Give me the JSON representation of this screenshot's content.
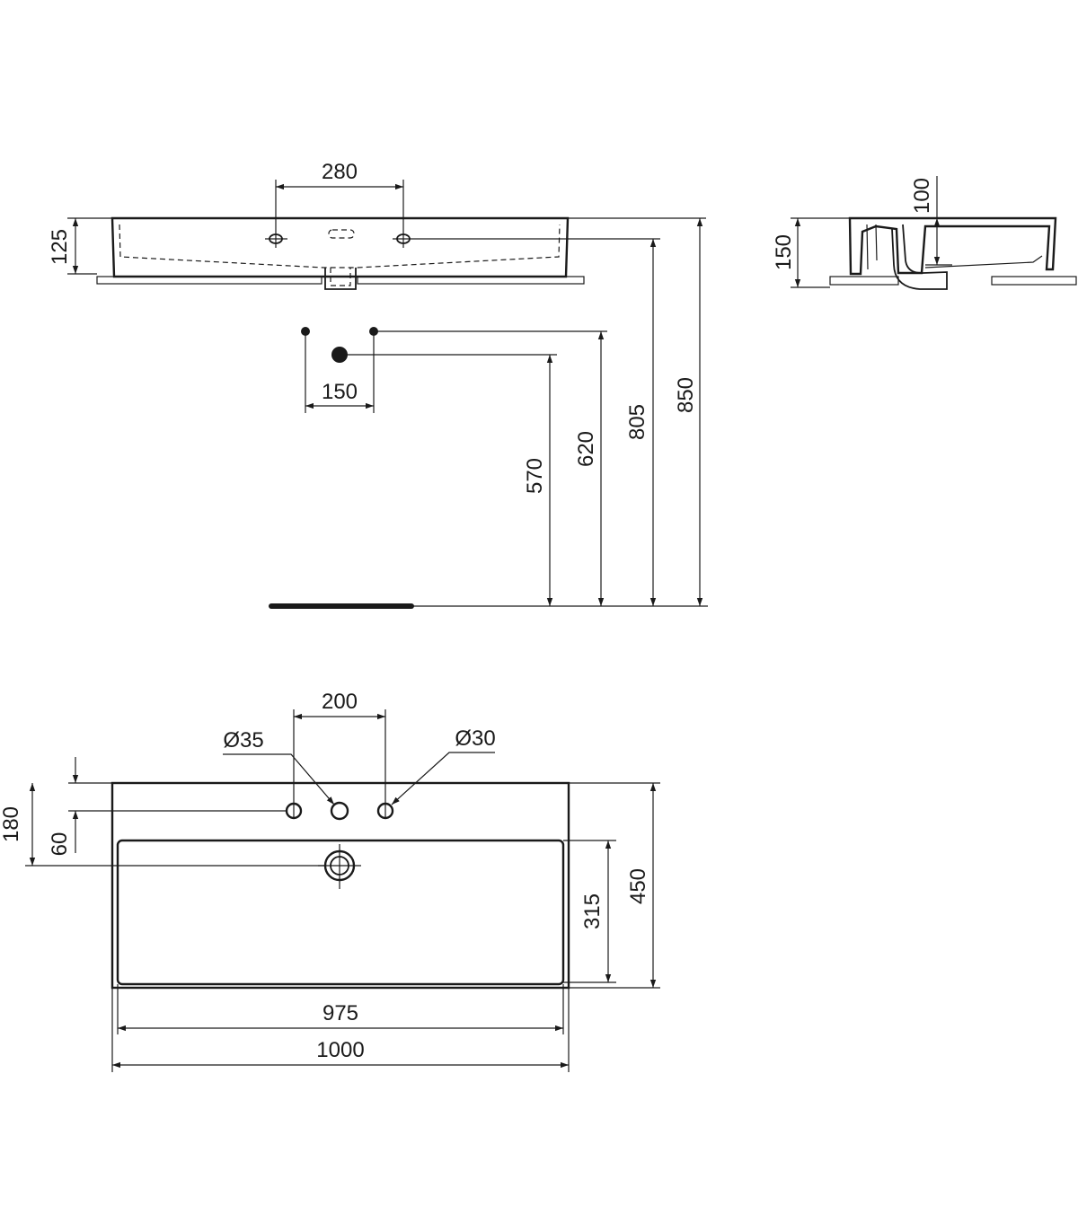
{
  "front_view": {
    "dim_tap_spacing": "280",
    "dim_basin_height": "125"
  },
  "side_view": {
    "dim_bowl_depth": "100",
    "dim_overall_height": "150"
  },
  "installation": {
    "dim_supply_spacing": "150",
    "dim_waste_height": "570",
    "dim_supply_height": "620",
    "dim_basin_top_level": "805",
    "dim_overall_level": "850"
  },
  "plan_view": {
    "dim_tap_hole_spacing": "200",
    "dim_tap_hole_diameter": "Ø35",
    "dim_side_hole_diameter": "Ø30",
    "dim_waste_offset": "180",
    "dim_tap_hole_offset": "60",
    "dim_bowl_depth": "315",
    "dim_overall_depth": "450",
    "dim_bowl_width": "975",
    "dim_overall_width": "1000"
  }
}
